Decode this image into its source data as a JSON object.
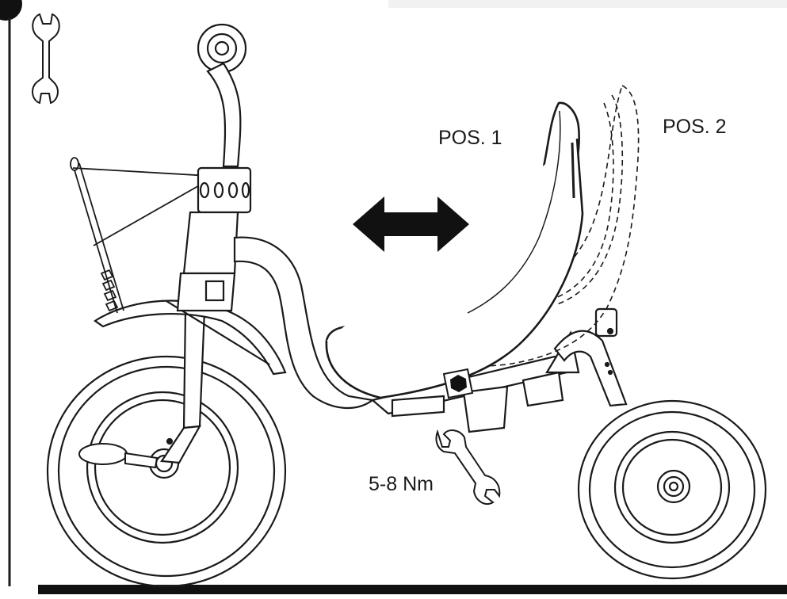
{
  "labels": {
    "pos1": "POS. 1",
    "pos2": "POS. 2",
    "torque": "5-8 Nm"
  },
  "icons": {
    "tool": "wrench-icon",
    "direction": "double-arrow-icon",
    "fastener": "hex-bolt-icon"
  },
  "colors": {
    "line": "#1a1a1a",
    "background": "#ffffff"
  }
}
